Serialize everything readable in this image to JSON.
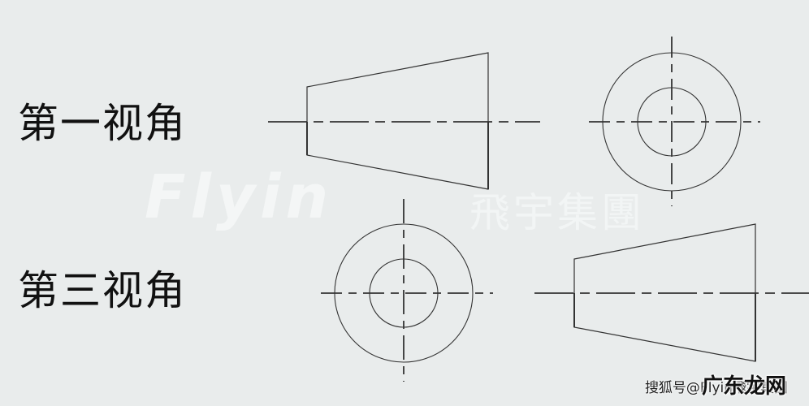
{
  "labels": {
    "first_angle": "第一视角",
    "third_angle": "第三视角"
  },
  "watermark": {
    "logo": "Flyin",
    "company": "飛宇集團"
  },
  "footer": {
    "source": "搜狐号@Flyin飛宇集團",
    "overlay": "广东龙网"
  },
  "colors": {
    "background": "#e9ecec",
    "line": "#333333",
    "text": "#111111"
  }
}
